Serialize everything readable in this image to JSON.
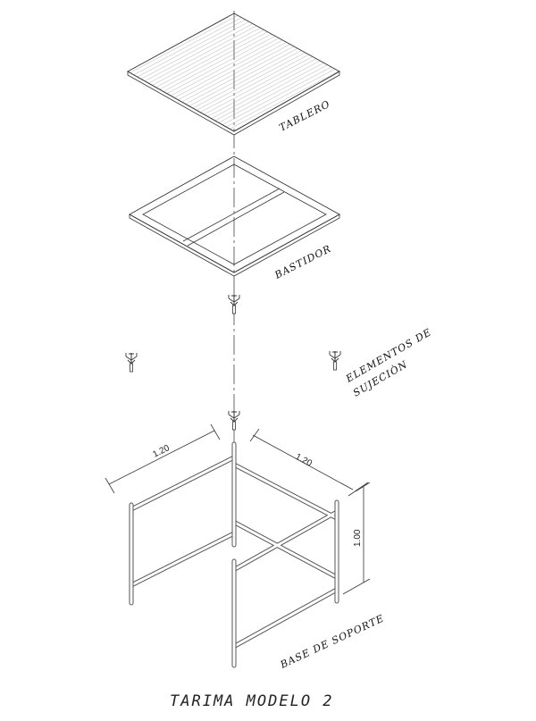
{
  "labels": {
    "tablero": "TABLERO",
    "bastidor": "BASTIDOR",
    "elementos_line1": "ELEMENTOS DE",
    "elementos_line2": "SUJECIÒN",
    "base": "BASE DE SOPORTE"
  },
  "dimensions": {
    "width_left": "1.20",
    "width_right": "1.20",
    "height": "1.00"
  },
  "title": "TARIMA MODELO 2"
}
